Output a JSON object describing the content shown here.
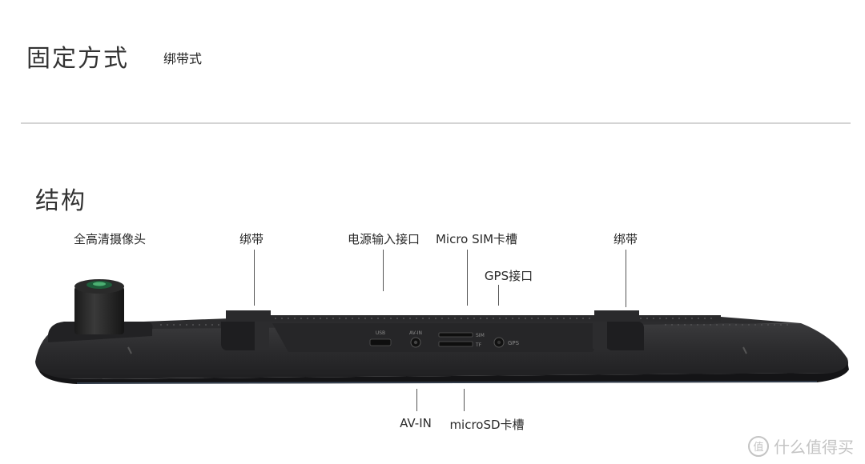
{
  "mount": {
    "heading": "固定方式",
    "value": "绑带式"
  },
  "structure": {
    "heading": "结构",
    "callouts": {
      "camera": "全高清摄像头",
      "strap_left": "绑带",
      "power_input": "电源输入接口",
      "micro_sim": "Micro SIM卡槽",
      "gps": "GPS接口",
      "strap_right": "绑带",
      "av_in": "AV-IN",
      "microsd": "microSD卡槽"
    },
    "device_port_labels": {
      "usb": "USB",
      "av_in": "AV-IN",
      "sim": "SIM",
      "tf": "TF",
      "gps": "GPS"
    }
  },
  "watermark": {
    "icon": "值",
    "text": "什么值得买"
  }
}
